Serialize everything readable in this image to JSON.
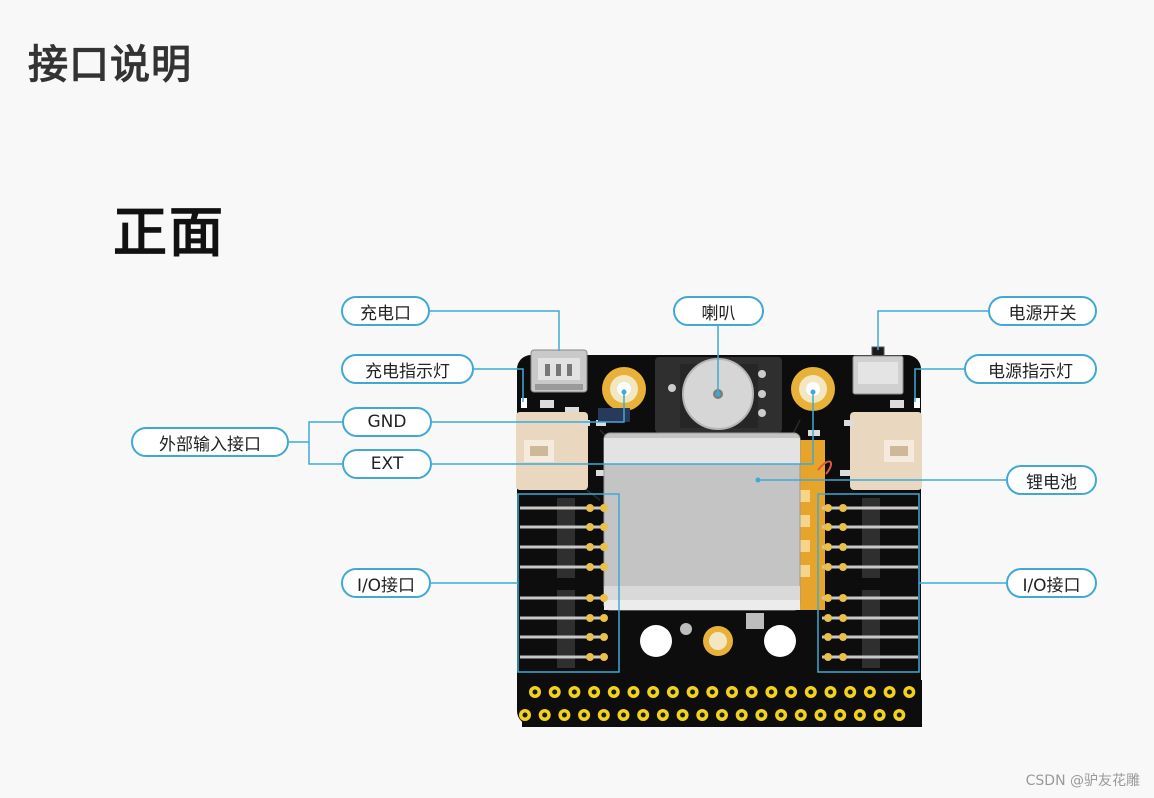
{
  "page": {
    "heading": "接口说明",
    "section": "正面"
  },
  "labels": {
    "charge_port": "充电口",
    "charge_indicator": "充电指示灯",
    "external_input": "外部输入接口",
    "gnd": "GND",
    "ext": "EXT",
    "io_left": "I/O接口",
    "speaker": "喇叭",
    "power_switch": "电源开关",
    "power_indicator": "电源指示灯",
    "battery": "锂电池",
    "io_right": "I/O接口"
  },
  "colors": {
    "callout": "#3fa9d6",
    "board": "#0d0d0d",
    "battery": "#c4c4c4",
    "gold": "#e8b13a",
    "header_pin": "#f2d21b",
    "connector": "#e9d7bf"
  },
  "watermark": "CSDN @驴友花雕"
}
